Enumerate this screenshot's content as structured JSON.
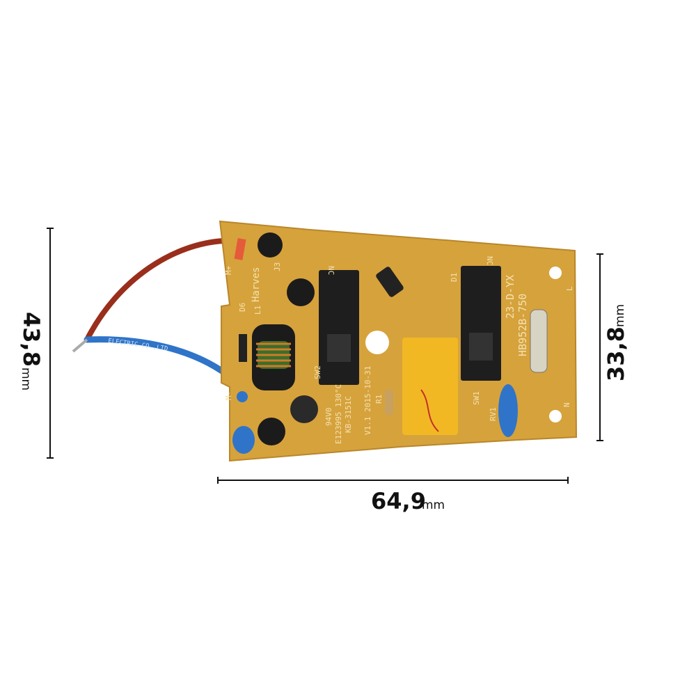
{
  "dimensions": {
    "height_total": {
      "value": "43,8",
      "unit": "mm"
    },
    "height_board": {
      "value": "33,8",
      "unit": "mm"
    },
    "width": {
      "value": "64,9",
      "unit": "mm"
    }
  },
  "board_labels": {
    "brand": "Harves",
    "model1": "23-D-YX",
    "model2": "HB952B-750",
    "sw1": "SW1",
    "sw2": "SW2",
    "nc1": "NC",
    "nc2": "NC",
    "d1": "D1",
    "r1": "R1",
    "rv1": "RV1",
    "l1": "L1",
    "d6": "D6",
    "j3": "J3",
    "mplus": "M+",
    "mminus": "M-",
    "l": "L",
    "n": "N",
    "rating": "94V0",
    "cert": "E123995 130°C",
    "part": "KB-3151C",
    "version": "V1.1 2015-10-31",
    "wire_print": "ELECTRIC   CO.,LTD"
  },
  "colors": {
    "board": "#d6a23c",
    "relay": "#1e1e1e",
    "capacitor": "#f2b824",
    "wire_red": "#9a2e1c",
    "wire_blue": "#2f74c8"
  }
}
